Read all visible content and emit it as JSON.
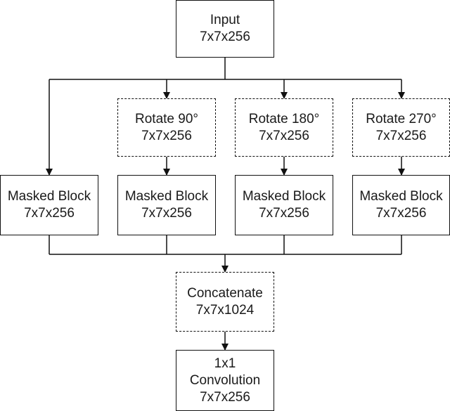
{
  "nodes": {
    "input": {
      "line1": "Input",
      "line2": "7x7x256"
    },
    "rotate90": {
      "line1": "Rotate 90°",
      "line2": "7x7x256"
    },
    "rotate180": {
      "line1": "Rotate 180°",
      "line2": "7x7x256"
    },
    "rotate270": {
      "line1": "Rotate 270°",
      "line2": "7x7x256"
    },
    "masked1": {
      "line1": "Masked Block",
      "line2": "7x7x256"
    },
    "masked2": {
      "line1": "Masked Block",
      "line2": "7x7x256"
    },
    "masked3": {
      "line1": "Masked Block",
      "line2": "7x7x256"
    },
    "masked4": {
      "line1": "Masked Block",
      "line2": "7x7x256"
    },
    "concat": {
      "line1": "Concatenate",
      "line2": "7x7x1024"
    },
    "conv": {
      "line1": "1x1",
      "line2": "Convolution",
      "line3": "7x7x256"
    }
  },
  "edges": [
    [
      "input",
      "masked1"
    ],
    [
      "input",
      "rotate90"
    ],
    [
      "input",
      "rotate180"
    ],
    [
      "input",
      "rotate270"
    ],
    [
      "rotate90",
      "masked2"
    ],
    [
      "rotate180",
      "masked3"
    ],
    [
      "rotate270",
      "masked4"
    ],
    [
      "masked1",
      "concat"
    ],
    [
      "masked2",
      "concat"
    ],
    [
      "masked3",
      "concat"
    ],
    [
      "masked4",
      "concat"
    ],
    [
      "concat",
      "conv"
    ]
  ]
}
